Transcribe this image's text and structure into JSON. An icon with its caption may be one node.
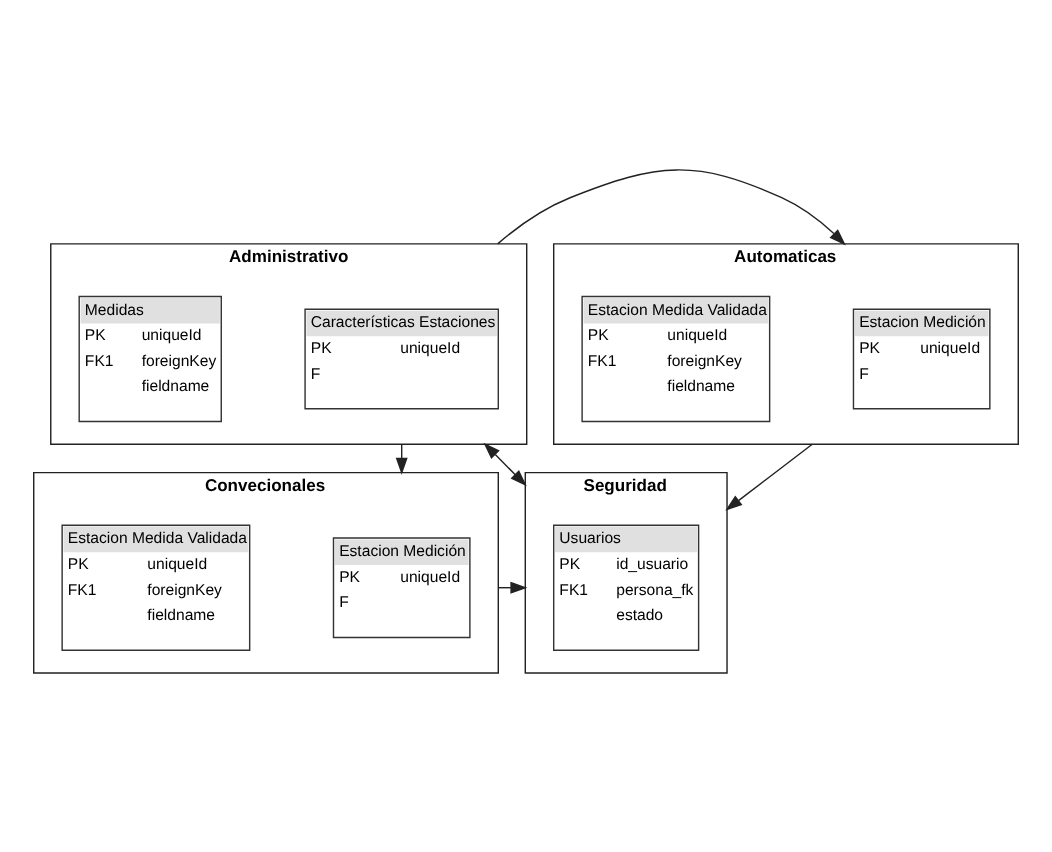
{
  "diagram": {
    "nodes": [
      {
        "text": [
          "Administrativo"
        ]
      },
      {
        "text": [
          "Características Estaciones",
          "PK",
          "uniqueId",
          "F"
        ],
        "in": 0
      },
      {
        "text": [
          "Medidas",
          "PK",
          "uniqueId",
          "FK1",
          "foreignKey",
          "fieldname"
        ],
        "in": 0
      },
      {
        "text": [
          "Automaticas"
        ]
      },
      {
        "text": [
          "Estacion Medición",
          "PK",
          "uniqueId",
          "F"
        ],
        "in": 3
      },
      {
        "text": [
          "Estacion Medida Validada",
          "PK",
          "uniqueId",
          "FK1",
          "foreignKey",
          "fieldname"
        ],
        "in": 3
      },
      {
        "text": [
          "Convecionales"
        ]
      },
      {
        "text": [
          "Estacion Medición",
          "PK",
          "uniqueId",
          "F"
        ],
        "in": 6
      },
      {
        "text": [
          "Estacion Medida Validada",
          "PK",
          "uniqueId",
          "FK1",
          "foreignKey",
          "fieldname"
        ],
        "in": 6
      },
      {
        "text": [
          "Seguridad"
        ]
      },
      {
        "text": [
          "Usuarios",
          "PK",
          "id_usuario",
          "FK1",
          "persona_fk",
          "estado"
        ],
        "in": 9
      }
    ],
    "edges": [
      {
        "from": 0,
        "to": 3,
        "arrow": "to"
      },
      {
        "from": 0,
        "to": 6,
        "arrow": "to"
      },
      {
        "from": 0,
        "to": 9,
        "arrow": "both"
      },
      {
        "from": 3,
        "to": 9,
        "arrow": "to"
      },
      {
        "from": 6,
        "to": 9,
        "arrow": "to"
      }
    ]
  }
}
